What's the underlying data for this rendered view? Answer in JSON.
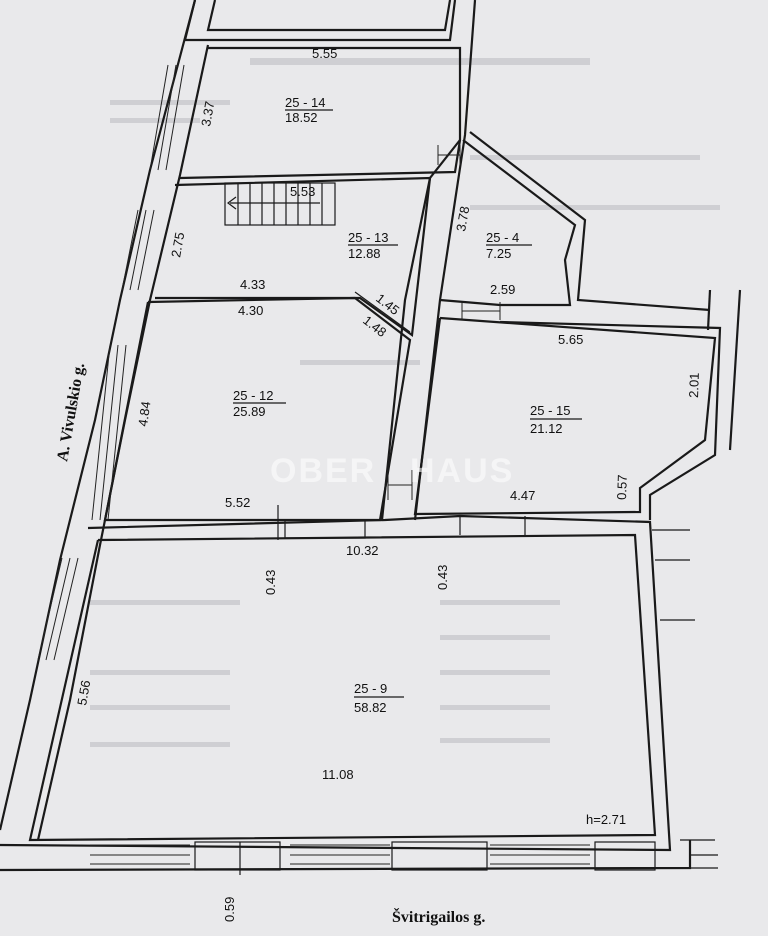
{
  "streets": {
    "west": "A. Vivulskio g.",
    "south": "Švitrigailos g."
  },
  "watermark": {
    "left": "OBER",
    "right": "HAUS"
  },
  "height_note": "h=2.71",
  "rooms": [
    {
      "id": "25 - 14",
      "area": "18.52"
    },
    {
      "id": "25 - 13",
      "area": "12.88"
    },
    {
      "id": "25 - 4",
      "area": "7.25"
    },
    {
      "id": "25 - 12",
      "area": "25.89"
    },
    {
      "id": "25 - 15",
      "area": "21.12"
    },
    {
      "id": "25 - 9",
      "area": "58.82"
    }
  ],
  "dimensions": [
    "5.55",
    "3.37",
    "5.53",
    "2.75",
    "3.78",
    "4.33",
    "4.30",
    "1.45",
    "1.48",
    "2.59",
    "5.65",
    "2.01",
    "4.84",
    "5.52",
    "4.47",
    "0.57",
    "10.32",
    "0.43",
    "0.43",
    "5.56",
    "11.08",
    "0.59"
  ],
  "colors": {
    "paper": "#e9e9eb",
    "ink": "#1a1a1a"
  }
}
